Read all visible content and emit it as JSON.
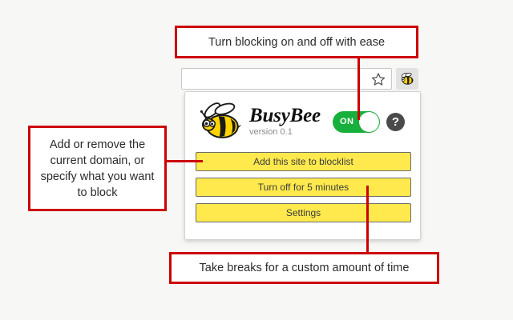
{
  "background_color": "#f7f7f5",
  "accent_color": "#cc0000",
  "annotations": {
    "top": "Turn blocking on and off with ease",
    "left": "Add or remove the current domain, or specify what you want to block",
    "bottom": "Take breaks for a custom amount of time"
  },
  "browser": {
    "url_bar_value": "",
    "url_bar_placeholder": "",
    "bookmark_icon": "star-icon",
    "extension_icon": "bee-icon"
  },
  "popup": {
    "logo_icon": "bee-logo-icon",
    "brand_name": "BusyBee",
    "version": "version 0.1",
    "toggle": {
      "state_label": "ON",
      "enabled": true,
      "on_color": "#18b03c"
    },
    "help_label": "?",
    "button_color": "#ffe94d",
    "buttons": [
      {
        "id": "blocklist",
        "label": "Add this site to blocklist"
      },
      {
        "id": "pause",
        "label": "Turn off for 5 minutes"
      },
      {
        "id": "settings",
        "label": "Settings"
      }
    ]
  }
}
